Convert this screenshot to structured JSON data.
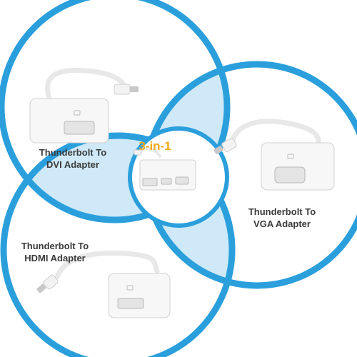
{
  "labels": {
    "dvi": {
      "line1": "Thunderbolt To",
      "line2": "DVI Adapter"
    },
    "vga": {
      "line1": "Thunderbolt To",
      "line2": "VGA Adapter"
    },
    "hdmi": {
      "line1": "Thunderbolt To",
      "line2": "HDMI Adapter"
    },
    "three_in_one": "3-in-1"
  },
  "colors": {
    "ring": "#2a9fdc",
    "overlap": "#cfe9f8",
    "adapter": "#f7f7f7",
    "adapter_edge": "#d0d0d0",
    "accent": "#f0a818",
    "text": "#3a3a3a"
  }
}
